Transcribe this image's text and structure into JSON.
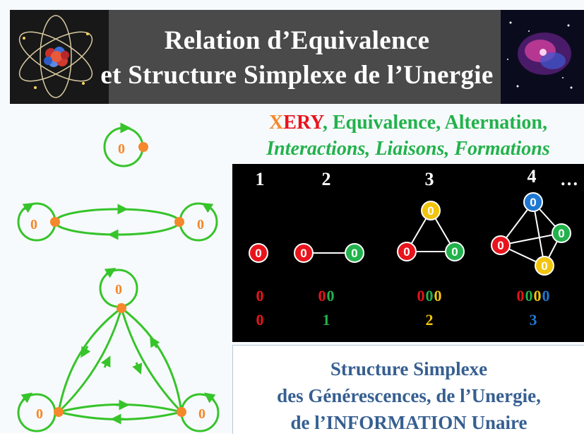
{
  "title": {
    "line1": "Relation d’Equivalence",
    "line2": "et Structure Simplexe de l’Unergie"
  },
  "header": {
    "xery_x": "X",
    "xery_ery": "ERY",
    "line1_rest": ",  Equivalence,  Alternation,",
    "line2": "Interactions, Liaisons, Formations"
  },
  "simplex": {
    "numbers": [
      "1",
      "2",
      "3",
      "4"
    ],
    "ellipsis": "…",
    "node_label": "0",
    "code_rows": [
      {
        "digits": [
          "0"
        ],
        "count": "0"
      },
      {
        "digits": [
          "0",
          "0"
        ],
        "count": "1"
      },
      {
        "digits": [
          "0",
          "0",
          "0"
        ],
        "count": "2"
      },
      {
        "digits": [
          "0",
          "0",
          "0",
          "0"
        ],
        "count": "3"
      }
    ]
  },
  "loops": {
    "node_label": "0"
  },
  "caption": {
    "line1": "Structure Simplexe",
    "line2": "des Générescences, de l’Unergie,",
    "line3": "de l’INFORMATION Unaire"
  },
  "colors": {
    "red": "#e8141c",
    "green": "#22b24c",
    "yellow": "#f2c40c",
    "blue": "#1e78d2",
    "orange": "#f5882a",
    "loop_green": "#36c42a"
  }
}
